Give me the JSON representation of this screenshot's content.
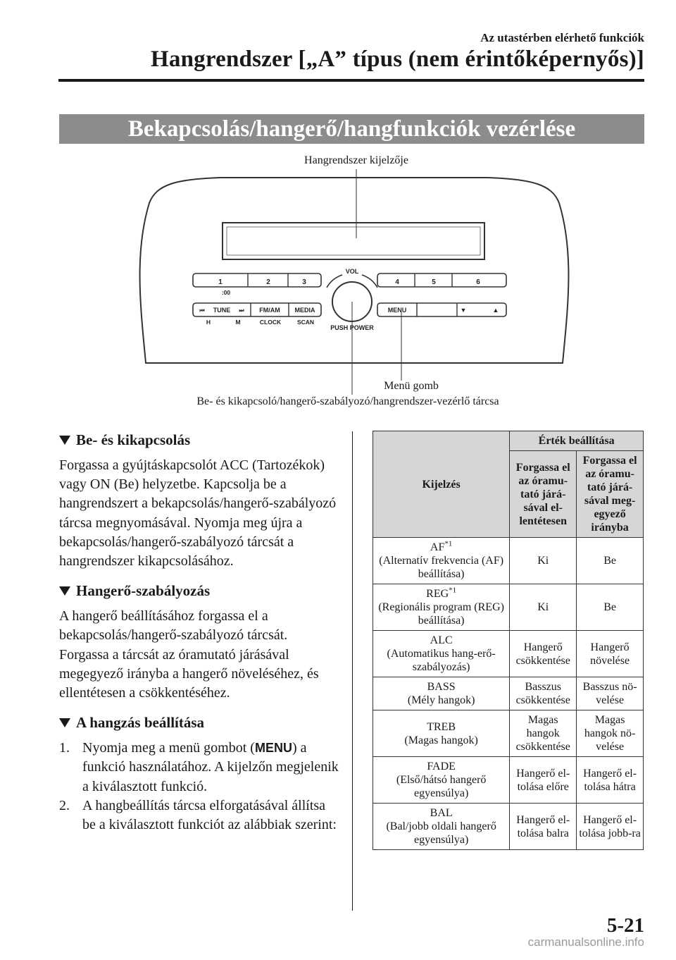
{
  "header": {
    "section": "Az utastérben elérhető funkciók",
    "title": "Hangrendszer [„A” típus (nem érintőképernyős)]"
  },
  "banner": "Bekapcsolás/hangerő/hangfunkciók vezérlése",
  "diagram": {
    "label_display": "Hangrendszer kijelzője",
    "label_menu": "Menü gomb",
    "label_dial": "Be- és kikapcsoló/hangerő-szabályozó/hangrendszer-vezérlő tárcsa",
    "preset_1": "1",
    "preset_2": "2",
    "preset_3": "3",
    "preset_4": "4",
    "preset_5": "5",
    "preset_6": "6",
    "colon_00": ":00",
    "vol": "VOL",
    "tune": "TUNE",
    "fmam": "FM/AM",
    "media": "MEDIA",
    "menu": "MENU",
    "down_arrow": "▼",
    "up_arrow": "▲",
    "h": "H",
    "m": "M",
    "clock": "CLOCK",
    "scan": "SCAN",
    "push_power": "PUSH POWER"
  },
  "sections": {
    "power": {
      "heading": "Be- és kikapcsolás",
      "text": "Forgassa a gyújtáskapcsolót ACC (Tartozékok) vagy ON (Be) helyzetbe. Kapcsolja be a hangrendszert a bekapcsolás/hangerő-szabályozó tárcsa megnyomásával. Nyomja meg újra a bekapcsolás/hangerő-szabályozó tárcsát a hangrendszer kikapcsolásához."
    },
    "volume": {
      "heading": "Hangerő-szabályozás",
      "text": "A hangerő beállításához forgassa el a bekapcsolás/hangerő-szabályozó tárcsát. Forgassa a tárcsát az óramutató járásával megegyező irányba a hangerő növeléséhez, és ellentétesen a csökkentéséhez."
    },
    "sound": {
      "heading": "A hangzás beállítása",
      "step1_num": "1.",
      "step1_a": "Nyomja meg a menü gombot (",
      "step1_menu": "MENU",
      "step1_b": ") a funkció használatához. A kijelzőn megjelenik a kiválasztott funkció.",
      "step2_num": "2.",
      "step2": "A hangbeállítás tárcsa elforgatásával állítsa be a kiválasztott funkciót az alábbiak szerint:"
    }
  },
  "table": {
    "header_display": "Kijelzés",
    "header_value": "Érték beállítása",
    "header_ccw": "Forgassa el az óramu-tató járá-sával el-lentétesen",
    "header_cw": "Forgassa el az óramu-tató járá-sával meg-egyező irányba",
    "rows": [
      {
        "code": "AF",
        "sup": "*1",
        "desc": "(Alternatív frekvencia (AF) beállítása)",
        "ccw": "Ki",
        "cw": "Be"
      },
      {
        "code": "REG",
        "sup": "*1",
        "desc": "(Regionális program (REG) beállítása)",
        "ccw": "Ki",
        "cw": "Be"
      },
      {
        "code": "ALC",
        "sup": "",
        "desc": "(Automatikus hang-erő-szabályozás)",
        "ccw": "Hangerő csökkentése",
        "cw": "Hangerő növelése"
      },
      {
        "code": "BASS",
        "sup": "",
        "desc": "(Mély hangok)",
        "ccw": "Basszus csökkentése",
        "cw": "Basszus nö-velése"
      },
      {
        "code": "TREB",
        "sup": "",
        "desc": "(Magas hangok)",
        "ccw": "Magas hangok csökkentése",
        "cw": "Magas hangok nö-velése"
      },
      {
        "code": "FADE",
        "sup": "",
        "desc": "(Első/hátsó hangerő egyensúlya)",
        "ccw": "Hangerő el-tolása előre",
        "cw": "Hangerő el-tolása hátra"
      },
      {
        "code": "BAL",
        "sup": "",
        "desc": "(Bal/jobb oldali hangerő egyensúlya)",
        "ccw": "Hangerő el-tolása balra",
        "cw": "Hangerő el-tolása jobb-ra"
      }
    ]
  },
  "page_number": "5-21",
  "watermark": "carmanualsonline.info"
}
